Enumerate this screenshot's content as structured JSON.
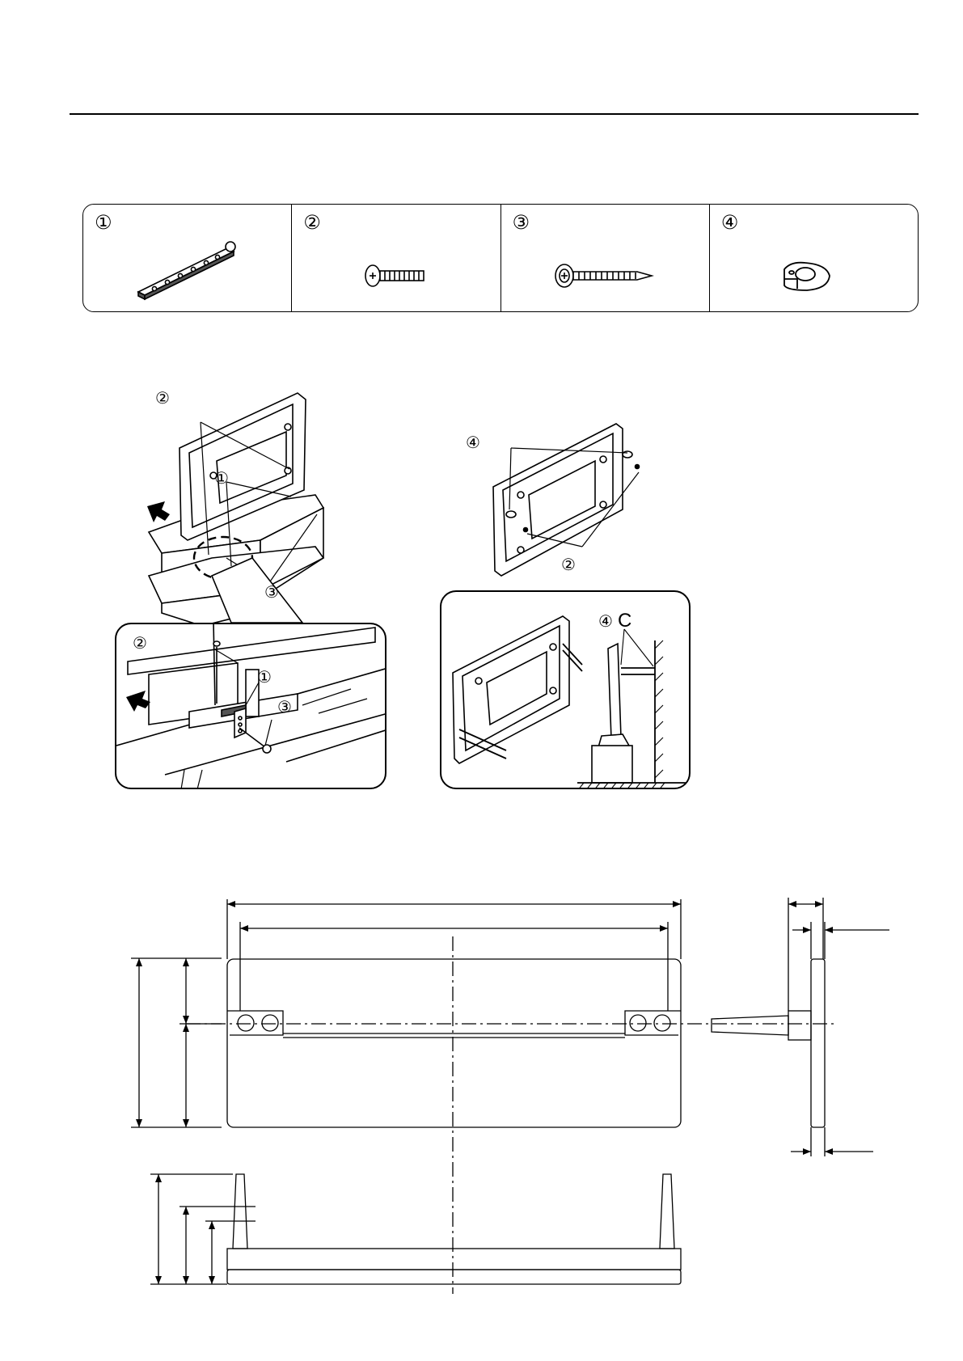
{
  "parts": [
    {
      "marker": "①",
      "icon": "bracket-icon"
    },
    {
      "marker": "②",
      "icon": "bolt-icon"
    },
    {
      "marker": "③",
      "icon": "wood-screw-icon"
    },
    {
      "marker": "④",
      "icon": "cable-clip-icon"
    }
  ],
  "figures": {
    "stand_mount": {
      "bolt_callout": "②",
      "bracket_callout": "①",
      "screw_callout": "③"
    },
    "stand_detail": {
      "bolt_callout": "②",
      "bracket_callout": "①",
      "screw_callout": "③"
    },
    "wall_mount": {
      "clip_callout": "④",
      "bolt_callout": "②"
    },
    "wall_detail": {
      "clip_callout": "④",
      "cord_callout": "C"
    }
  }
}
